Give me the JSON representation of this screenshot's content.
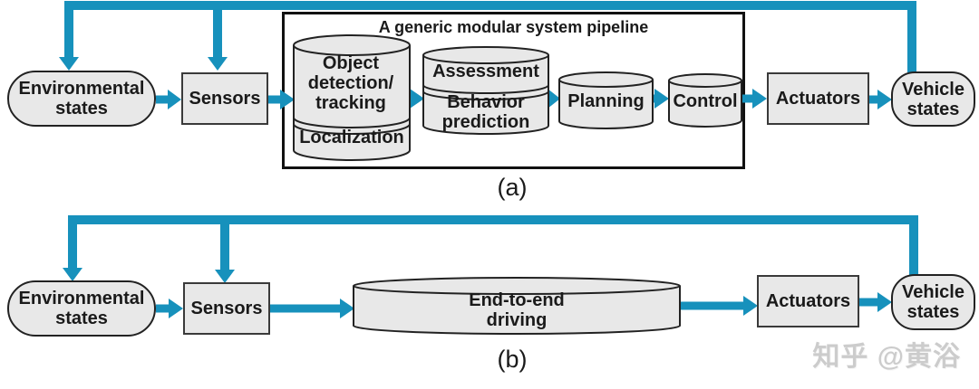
{
  "colors": {
    "accent": "#1791BC",
    "node_fill": "#E8E8E8",
    "node_border": "#222222",
    "rect_border": "#3A3A3A",
    "text": "#1A1A1A",
    "watermark": "#CCCCCC"
  },
  "watermark": "知乎 @黄浴",
  "diagram_a": {
    "caption": "(a)",
    "pipeline_box_title": "A generic modular system pipeline",
    "environmental_states": "Environmental\nstates",
    "sensors": "Sensors",
    "object_detection_tracking": "Object\ndetection/\ntracking",
    "localization": "Localization",
    "assessment": "Assessment",
    "behavior_prediction": "Behavior\nprediction",
    "planning": "Planning",
    "control": "Control",
    "actuators": "Actuators",
    "vehicle_states": "Vehicle\nstates"
  },
  "diagram_b": {
    "caption": "(b)",
    "environmental_states": "Environmental\nstates",
    "sensors": "Sensors",
    "end_to_end_driving": "End-to-end\ndriving",
    "actuators": "Actuators",
    "vehicle_states": "Vehicle\nstates"
  }
}
